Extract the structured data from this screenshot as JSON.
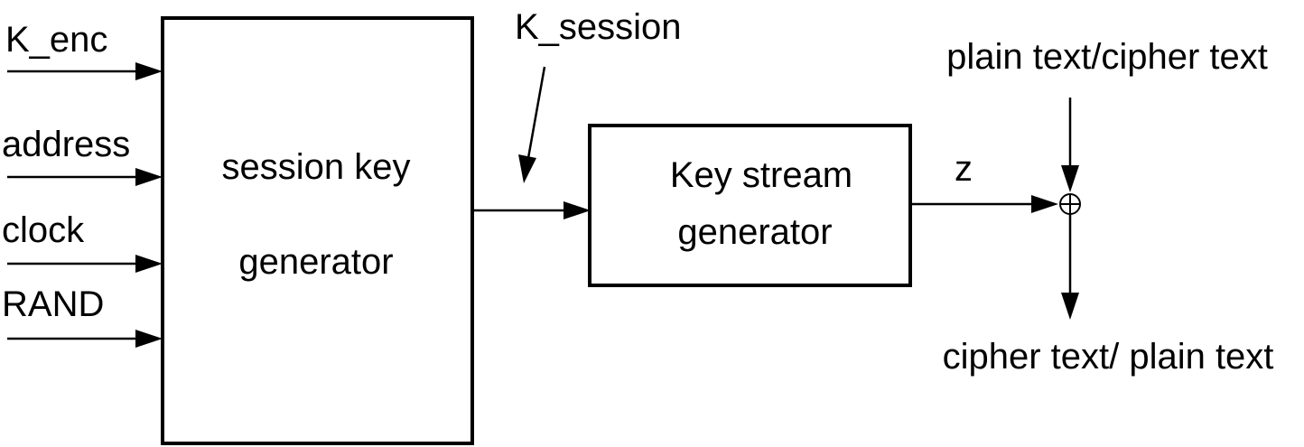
{
  "inputs": {
    "k_enc": "K_enc",
    "address": "address",
    "clock": "clock",
    "rand": "RAND"
  },
  "session_key_generator": {
    "line1": "session key",
    "line2": "generator"
  },
  "k_session": "K_session",
  "key_stream_generator": {
    "line1": "Key stream",
    "line2": "generator"
  },
  "z": "z",
  "plain_text_in": "plain text/cipher text",
  "cipher_text_out": "cipher text/ plain text"
}
